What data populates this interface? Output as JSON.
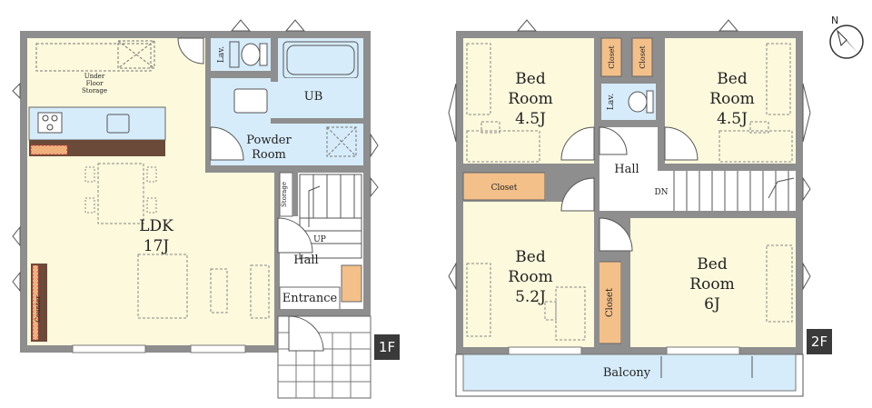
{
  "colors": {
    "wall": "#8e8e8e",
    "ldk_floor": "#fdf9dc",
    "wet_floor": "#d6ecfa",
    "closet_fill": "#f3c08a",
    "hall_floor": "#ffffff"
  },
  "compass": {
    "label": "N",
    "icon": "compass-icon"
  },
  "floor1": {
    "tag": "1F",
    "rooms": {
      "ldk_line1": "LDK",
      "ldk_line2": "17J",
      "under_floor_line1": "Under",
      "under_floor_line2": "Floor",
      "under_floor_line3": "Storage",
      "lav": "Lav.",
      "ub": "UB",
      "powder_line1": "Powder",
      "powder_line2": "Room",
      "storage": "Storage",
      "up": "UP",
      "hall": "Hall",
      "entrance": "Entrance",
      "counter": "Counter"
    }
  },
  "floor2": {
    "tag": "2F",
    "rooms": {
      "bed_nw_line1": "Bed",
      "bed_nw_line2": "Room",
      "bed_nw_line3": "4.5J",
      "bed_ne_line1": "Bed",
      "bed_ne_line2": "Room",
      "bed_ne_line3": "4.5J",
      "bed_sw_line1": "Bed",
      "bed_sw_line2": "Room",
      "bed_sw_line3": "5.2J",
      "bed_se_line1": "Bed",
      "bed_se_line2": "Room",
      "bed_se_line3": "6J",
      "closet_a": "Closet",
      "closet_b": "Closet",
      "closet_c": "Closet",
      "closet_d": "Closet",
      "lav": "Lav.",
      "hall": "Hall",
      "dn": "DN",
      "balcony": "Balcony"
    }
  }
}
